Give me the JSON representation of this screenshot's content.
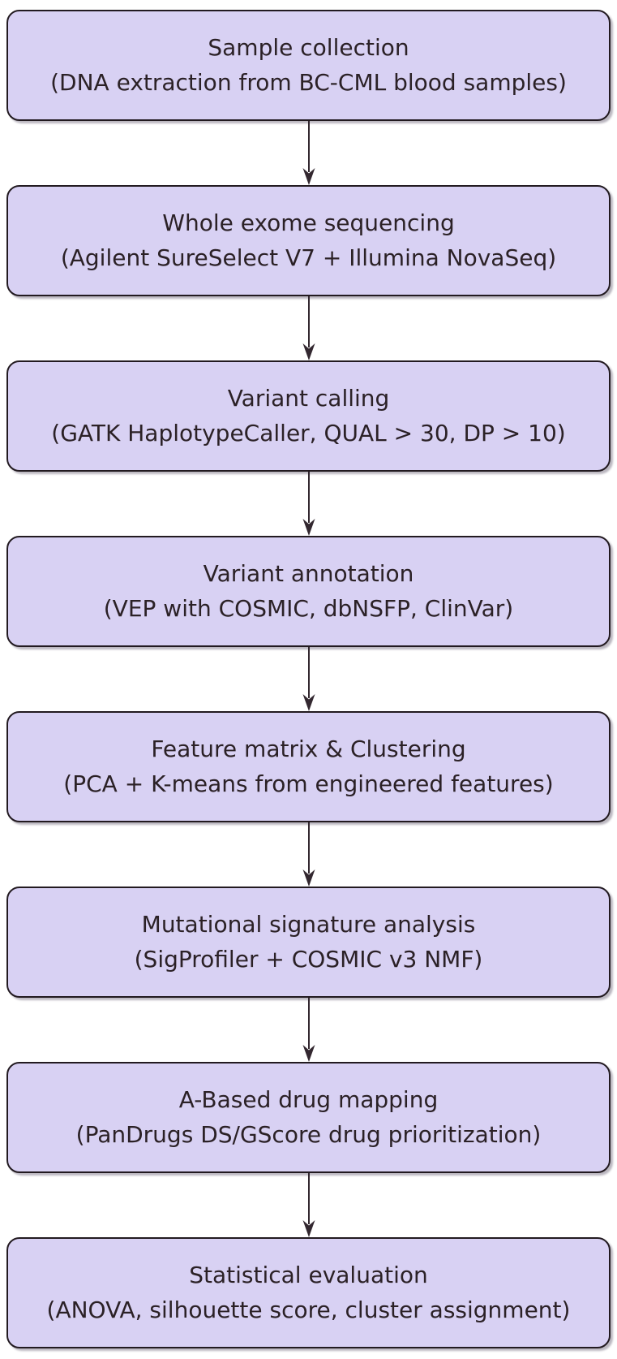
{
  "diagram": {
    "type": "flowchart",
    "direction": "top-to-bottom",
    "colors": {
      "node_fill": "#d8d1f3",
      "node_border": "#221a20",
      "text": "#2b2126",
      "arrow": "#332830",
      "background": "#ffffff"
    },
    "steps": [
      {
        "title": "Sample collection",
        "subtitle": "(DNA extraction from BC-CML blood samples)"
      },
      {
        "title": "Whole exome sequencing",
        "subtitle": "(Agilent SureSelect V7 + Illumina NovaSeq)"
      },
      {
        "title": "Variant calling",
        "subtitle": "(GATK HaplotypeCaller, QUAL > 30, DP > 10)"
      },
      {
        "title": "Variant annotation",
        "subtitle": "(VEP with COSMIC, dbNSFP, ClinVar)"
      },
      {
        "title": "Feature matrix & Clustering",
        "subtitle": "(PCA + K-means from engineered features)"
      },
      {
        "title": "Mutational signature analysis",
        "subtitle": "(SigProfiler + COSMIC v3 NMF)"
      },
      {
        "title": "A-Based drug mapping",
        "subtitle": "(PanDrugs DS/GScore drug prioritization)"
      },
      {
        "title": "Statistical evaluation",
        "subtitle": "(ANOVA, silhouette score, cluster assignment)"
      }
    ]
  }
}
